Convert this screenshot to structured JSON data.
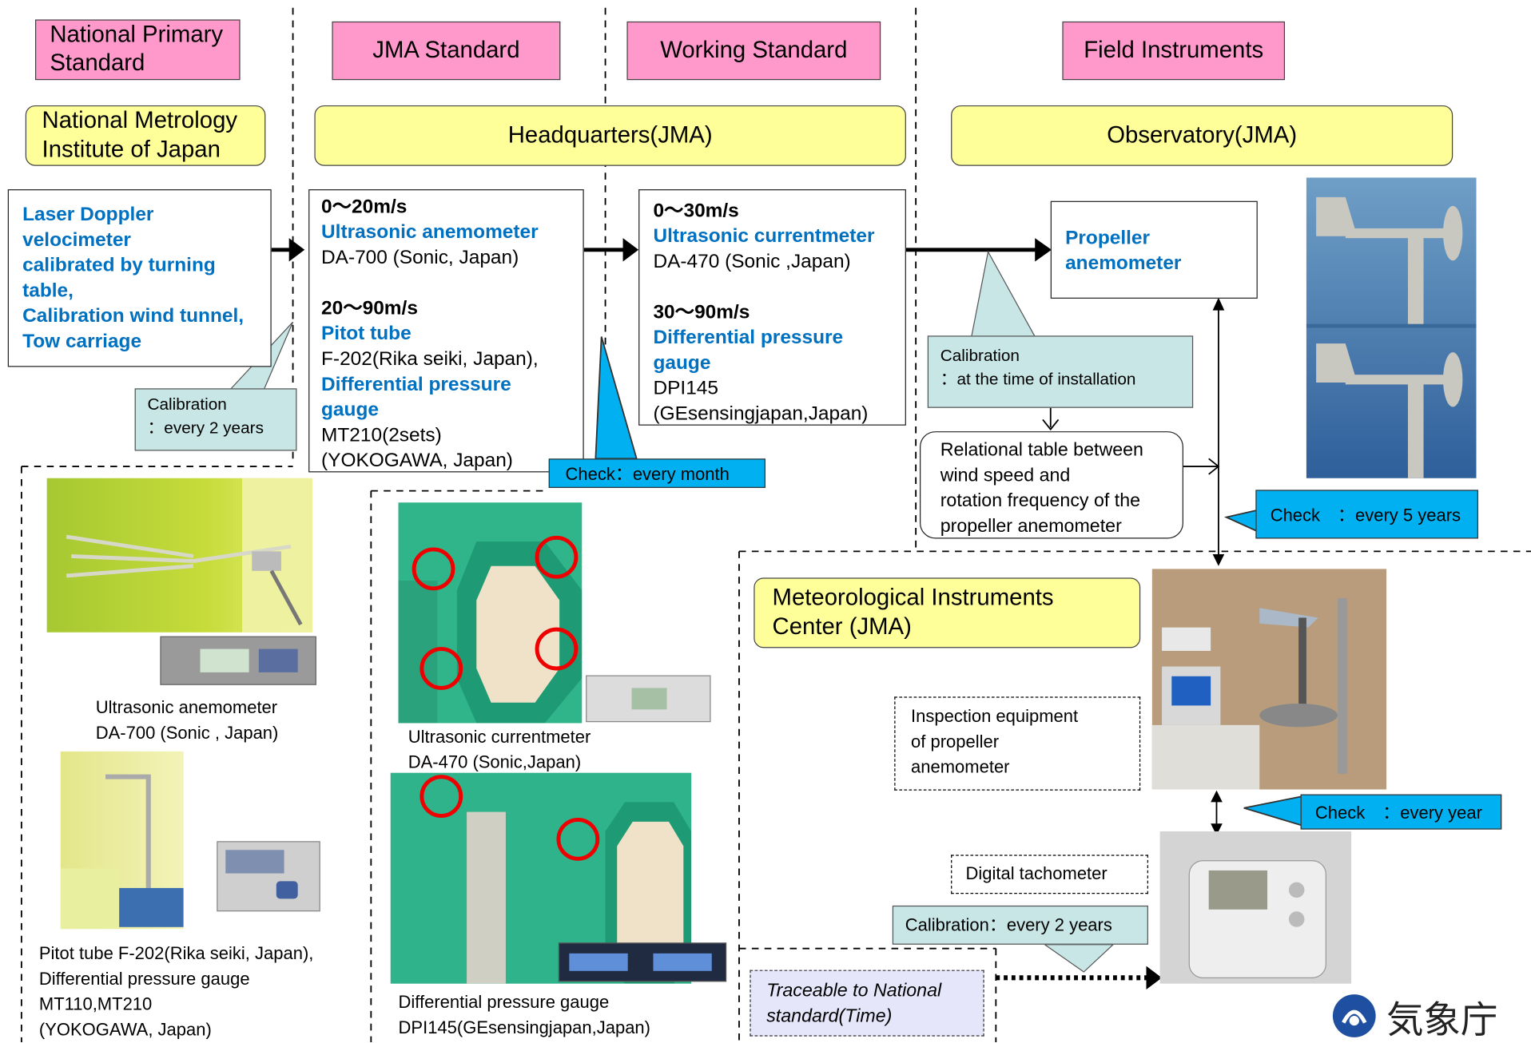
{
  "headers": {
    "national_primary": "National Primary Standard",
    "jma_standard": "JMA Standard",
    "working_standard": "Working Standard",
    "field_instruments": "Field Instruments"
  },
  "orgs": {
    "nmij": "National Metrology Institute of Japan",
    "headquarters": "Headquarters(JMA)",
    "observatory": "Observatory(JMA)",
    "mic": "Meteorological Instruments Center (JMA)"
  },
  "primary_box": {
    "lines": [
      "Laser Doppler",
      "velocimeter",
      "calibrated by turning",
      "table,",
      "Calibration wind tunnel,",
      "Tow carriage"
    ]
  },
  "jma_box": {
    "range1": "0～20m/s",
    "inst1": "Ultrasonic anemometer",
    "model1": "DA-700 (Sonic, Japan)",
    "range2": "20～90m/s",
    "inst2": "Pitot tube",
    "model2": "F-202(Rika seiki, Japan),",
    "inst3a": "Differential pressure",
    "inst3b": "gauge",
    "model3a": "MT210(2sets)",
    "model3b": "(YOKOGAWA, Japan)"
  },
  "working_box": {
    "range1": "0～30m/s",
    "inst1": "Ultrasonic currentmeter",
    "model1": "DA-470 (Sonic ,Japan)",
    "range2": "30～90m/s",
    "inst2a": "Differential pressure",
    "inst2b": "gauge",
    "model2a": "DPI145",
    "model2b": "(GEsensingjapan,Japan)"
  },
  "propeller_box": {
    "line1": "Propeller",
    "line2": "anemometer"
  },
  "callouts": {
    "calib_2y_l1": "Calibration",
    "calib_2y_l2": "：every 2 years",
    "check_month": "Check：every month",
    "calib_install_l1": "Calibration",
    "calib_install_l2": "：at the time of installation",
    "check_5y": "Check　：every 5 years",
    "check_year": "Check　：every year",
    "calib_tacho": "Calibration：every 2 years"
  },
  "relational_table": [
    "Relational table between",
    "wind speed and",
    "rotation frequency of the",
    "propeller anemometer"
  ],
  "inspection_box": [
    "Inspection equipment",
    "of propeller",
    "anemometer"
  ],
  "tachometer_label": "Digital tachometer",
  "traceable": [
    "Traceable to National",
    "standard(Time)"
  ],
  "captions": {
    "ultra_anemo": [
      "Ultrasonic anemometer",
      "DA-700 (Sonic , Japan)"
    ],
    "pitot": [
      "Pitot tube F-202(Rika seiki, Japan),",
      "Differential pressure gauge",
      "MT110,MT210",
      "(YOKOGAWA, Japan)"
    ],
    "ultra_current": [
      "Ultrasonic currentmeter",
      "DA-470 (Sonic,Japan)"
    ],
    "dpi": [
      "Differential pressure gauge",
      "DPI145(GEsensingjapan,Japan)"
    ]
  },
  "logo_text": "気象庁",
  "colors": {
    "pink": "#ff99cc",
    "yellow": "#ffff99",
    "blue_text": "#0070c0",
    "cyan": "#00b0f0",
    "teal": "#c8e6e6",
    "lavender": "#e6e6fa"
  }
}
